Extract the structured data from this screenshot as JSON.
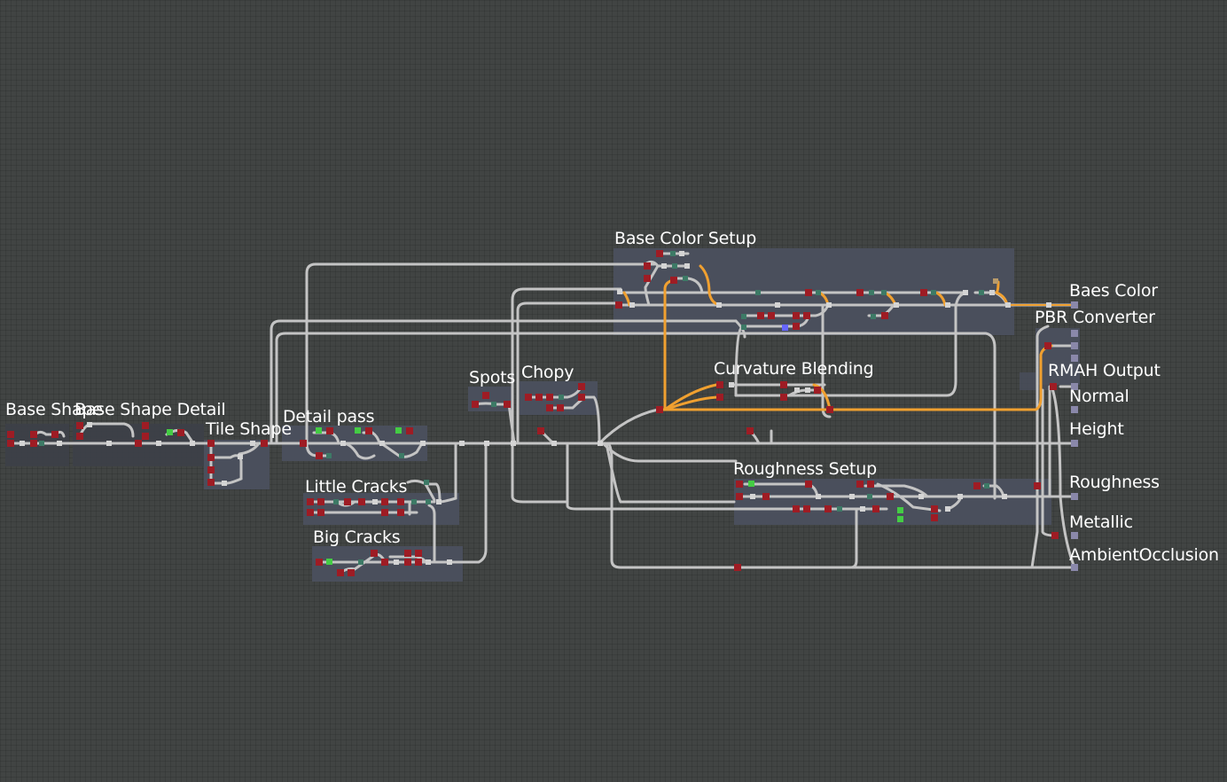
{
  "graph": {
    "frames": {
      "base_shape": "Base Shape",
      "base_shape_detail": "Base Shape Detail",
      "tile_shape": "Tile Shape",
      "detail_pass": "Detail pass",
      "little_cracks": "Little Cracks",
      "big_cracks": "Big Cracks",
      "spots": "Spots",
      "chopy": "Chopy",
      "base_color_setup": "Base Color Setup",
      "curvature_blending": "Curvature Blending",
      "roughness_setup": "Roughness Setup",
      "pbr_converter": "PBR Converter",
      "rmah_output": "RMAH Output"
    },
    "outputs": {
      "base_color": "Baes Color",
      "normal": "Normal",
      "height": "Height",
      "roughness": "Roughness",
      "metallic": "Metallic",
      "ambient_occlusion": "AmbientOcclusion"
    }
  },
  "colors": {
    "canvas_background": "#414443",
    "frame_fill": "#4a4f5c",
    "wire_gray": "#c4c4c4",
    "wire_orange": "#f0a030",
    "node_red": "#9e1c24",
    "node_gray": "#d4d4d4",
    "node_green": "#44cc44",
    "node_teal": "#3d7a66",
    "node_blue": "#6666ff",
    "output_port": "#8a88aa",
    "label_text": "#ffffff"
  }
}
